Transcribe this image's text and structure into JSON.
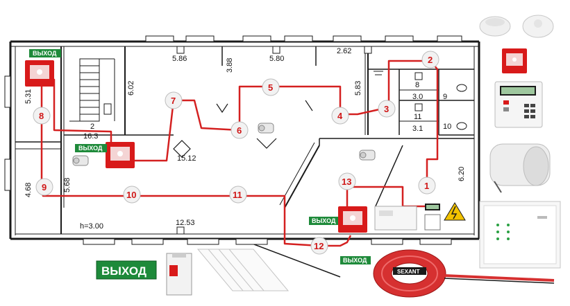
{
  "dimensions": {
    "d586": "5.86",
    "d388": "3.88",
    "d580": "5.80",
    "d262": "2.62",
    "d531": "5.31",
    "d602": "6.02",
    "d583": "5.83",
    "d163": "16.3",
    "d1512": "15.12",
    "d468": "4.68",
    "d568": "5.68",
    "d620": "6.20",
    "d1253": "12.53",
    "height": "h=3.00",
    "stair": "2"
  },
  "rooms": {
    "r8": "8",
    "r30": "3.0",
    "r9": "9",
    "r11": "11",
    "r31": "3.1",
    "r10": "10"
  },
  "exit_signs": {
    "top_left": "ВЫХОД",
    "mid_left": "ВЫХОД",
    "center": "ВЫХОД",
    "bottom": "ВЫХОД",
    "legend": "ВЫХОД"
  },
  "detectors": [
    "1",
    "2",
    "3",
    "4",
    "5",
    "6",
    "7",
    "8",
    "9",
    "10",
    "11",
    "12",
    "13"
  ],
  "equipment": {
    "cable_brand": "SEXANT"
  },
  "colors": {
    "loop": "#d42020",
    "wall": "#1a1a1a",
    "exit_green": "#1e8a3a",
    "call_point": "#d81a1a"
  }
}
